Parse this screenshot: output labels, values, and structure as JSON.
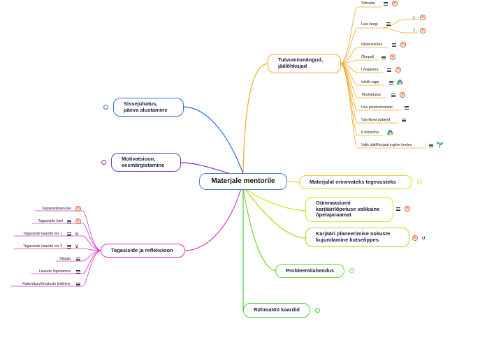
{
  "center": {
    "label": "Materjale mentorile"
  },
  "branches": {
    "tutvumis": {
      "label": "Tutvumismängud, jäälõhkujad",
      "color": "#f5a623",
      "items": [
        "Silmside",
        "Leia keegi",
        "1",
        "2",
        "Nimeristsõna",
        "Õhupall",
        "Lõngakera",
        "Isiklik vapp",
        "Tikuharjutus",
        "Uus perekonnanimi",
        "Värvilised paberid",
        "8 nimisõna",
        "Valik jäälõhkujaid inglise keeles"
      ]
    },
    "sissejuhatus": {
      "label": "Sissejuhatus, päeva alustamine",
      "color": "#2b6fd6"
    },
    "motivatsioon": {
      "label": "Motivatsioon, eesmärgistamine",
      "color": "#7b2fc9"
    },
    "tagasiside": {
      "label": "Tagasiside ja refleksioon",
      "color": "#d633c6",
      "items": [
        "Tagasisidelaevuke",
        "Tagasiside käel",
        "Tagasiside kaardid ver 1",
        "Tagasiside kaardid ver 2",
        "Skaala",
        "Lausete lõpetamine",
        "Rakendusvõimaluste leidmine"
      ]
    },
    "materjalid": {
      "label": "Materjalid erinevateks tegevusteks",
      "color": "#e9d41c"
    },
    "gymnaasium": {
      "label": "Gümnaasiumi karjäärilõpetuse valikaine õpetajaraamat",
      "color": "#c9e81c"
    },
    "karjaar": {
      "label": "Karjääri planeerimise oskuste kujundamine kutseõppes",
      "color": "#a3e01c"
    },
    "probleem": {
      "label": "Probleemilahendus",
      "color": "#6fdb2c"
    },
    "ryhmatoo": {
      "label": "Rühmatöö kaardid",
      "color": "#3fd43a"
    }
  },
  "icons": {
    "b_icon": "b",
    "u_icon": "ʋ",
    "drive_colors": [
      "#1fa463",
      "#ffd04b",
      "#4688f4"
    ],
    "plant_color": "#34a853"
  }
}
